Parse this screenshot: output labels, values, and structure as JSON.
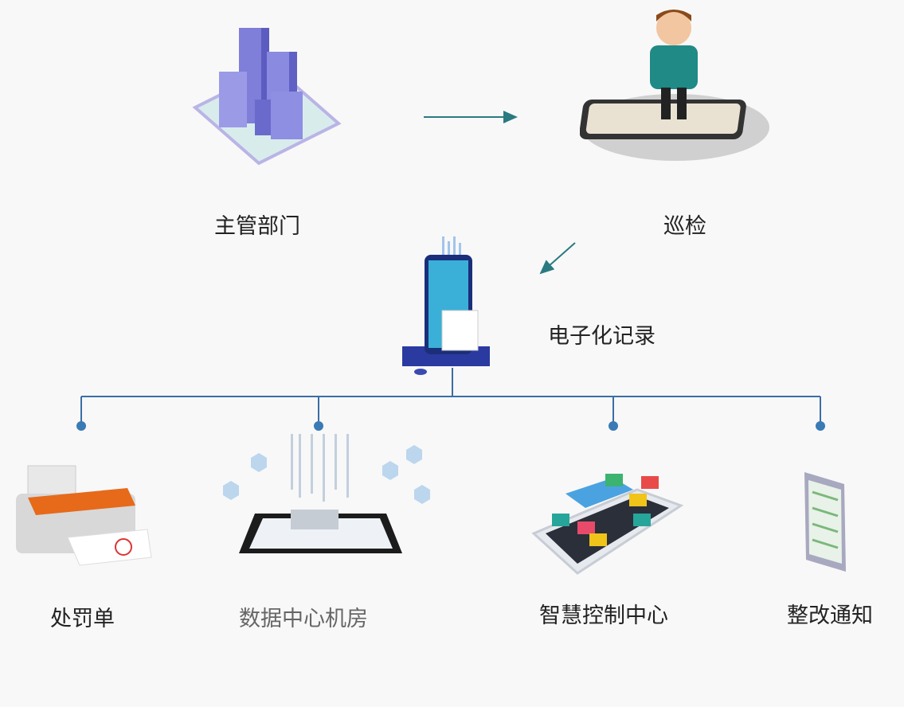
{
  "nodes": {
    "authority": "主管部门",
    "inspection": "巡检",
    "electronic_record": "电子化记录",
    "penalty": "处罚单",
    "data_center": "数据中心机房",
    "control_center": "智慧控制中心",
    "rectification": "整改通知"
  },
  "colors": {
    "tree_line": "#3a6ea5",
    "arrow": "#2a7a80",
    "background": "#f8f8f8"
  }
}
